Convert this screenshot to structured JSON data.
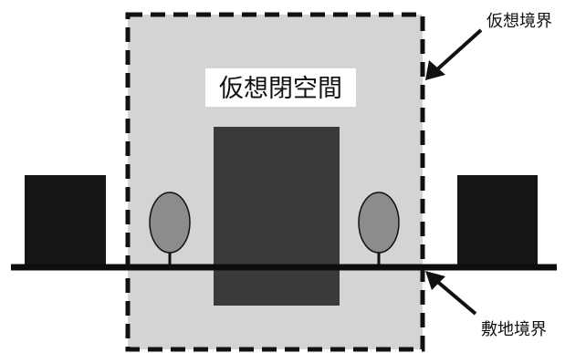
{
  "labels": {
    "virtual_closed_space": "仮想閉空間",
    "virtual_boundary": "仮想境界",
    "site_boundary": "敷地境界"
  },
  "colors": {
    "background": "#ffffff",
    "virtual_space_fill": "#d4d4d4",
    "dashed_boundary": "#111111",
    "building": "#3a3a3a",
    "neighbor_building": "#161616",
    "tree_canopy": "#8c8c8c",
    "tree_outline": "#111111",
    "site_line": "#0d0d0d",
    "label_box": "#ffffff"
  }
}
